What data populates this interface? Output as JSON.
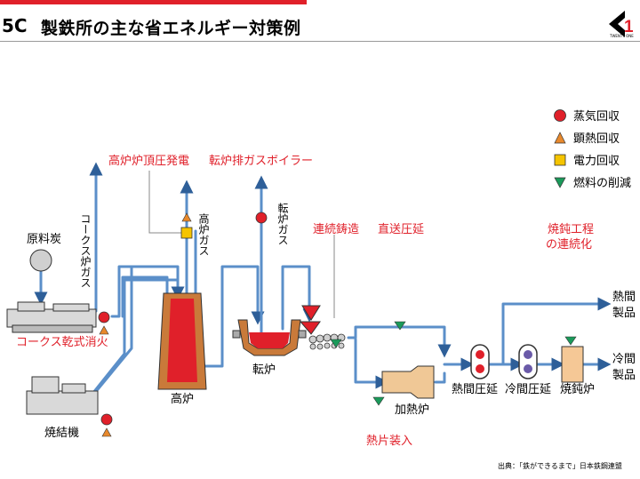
{
  "header": {
    "page_number": "5",
    "page_letter": "C",
    "title": "製鉄所の主な省エネルギー対策例"
  },
  "logo": {
    "icon": "twenty-one-logo",
    "caption": "TWENTY ONE"
  },
  "legend": [
    {
      "symbol": "red-circle",
      "color": "#e0202a",
      "label": "蒸気回収"
    },
    {
      "symbol": "orange-triangle",
      "color": "#e8892c",
      "label": "顕熱回収"
    },
    {
      "symbol": "yellow-square",
      "color": "#f5c400",
      "label": "電力回収"
    },
    {
      "symbol": "green-triangle-down",
      "color": "#1a9a5a",
      "label": "燃料の削減"
    }
  ],
  "measures": {
    "cdq": "コークス乾式消火",
    "top_pressure": "高炉炉頂圧発電",
    "converter_boiler": "転炉排ガスボイラー",
    "continuous_casting": "連続鋳造",
    "direct_rolling": "直送圧延",
    "hot_charge": "熱片装入",
    "annealing_line_1": "焼鈍工程",
    "annealing_line_2": "の連続化"
  },
  "facilities": {
    "coal": "原料炭",
    "coke_oven_gas": "コークス炉ガス",
    "sinter": "焼結機",
    "blast_furnace": "高炉",
    "bf_gas": "高炉ガス",
    "converter": "転炉",
    "converter_gas": "転炉ガス",
    "reheating_furnace": "加熱炉",
    "hot_rolling": "熱間圧延",
    "cold_rolling": "冷間圧延",
    "annealing_furnace": "焼鈍炉"
  },
  "products": {
    "hot_1": "熱間",
    "hot_2": "製品",
    "cold_1": "冷間",
    "cold_2": "製品"
  },
  "colors": {
    "pipe": "#5b8fc9",
    "pipe_dark": "#2e5f99",
    "accent_red": "#e0202a",
    "machine_fill": "#d9d9d9",
    "furnace_fill": "#c97a3a",
    "hot_metal": "#e0202a",
    "slab_fill": "#f0c896",
    "annealing_fill": "#f5c896"
  },
  "source": "出典：「鉄ができるまで」日本鉄鋼連盟"
}
